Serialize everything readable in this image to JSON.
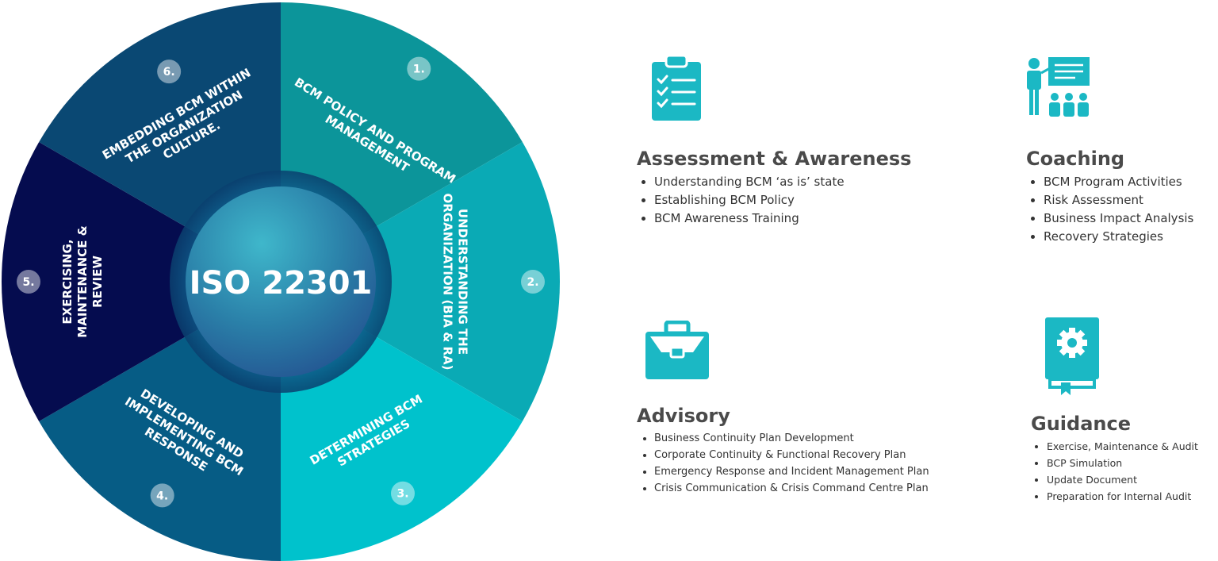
{
  "center": {
    "title": "ISO 22301"
  },
  "colors": {
    "seg1": "#0c959a",
    "seg2": "#0aaab5",
    "seg3": "#00c2cc",
    "seg4": "#065c85",
    "seg5": "#050c4f",
    "seg6": "#0a4873",
    "accent": "#1bb8c4"
  },
  "segments": [
    {
      "number": "1.",
      "lines": [
        "BCM POLICY AND PROGRAM",
        "MANAGEMENT"
      ]
    },
    {
      "number": "2.",
      "lines": [
        "UNDERSTANDING THE",
        "ORGANIZATION (BIA & RA)"
      ]
    },
    {
      "number": "3.",
      "lines": [
        "DETERMINING BCM",
        "STRATEGIES"
      ]
    },
    {
      "number": "4.",
      "lines": [
        "DEVELOPING AND",
        "IMPLEMENTING BCM",
        "RESPONSE"
      ]
    },
    {
      "number": "5.",
      "lines": [
        "EXERCISING,",
        "MAINTENANCE &",
        "REVIEW"
      ]
    },
    {
      "number": "6.",
      "lines": [
        "EMBEDDING BCM WITHIN",
        "THE ORGANIZATION",
        "CULTURE."
      ]
    }
  ],
  "services": {
    "assessment": {
      "icon": "clipboard-checklist-icon",
      "title": "Assessment & Awareness",
      "items": [
        "Understanding BCM ‘as is’ state",
        "Establishing BCM Policy",
        "BCM Awareness Training"
      ]
    },
    "coaching": {
      "icon": "presentation-training-icon",
      "title": "Coaching",
      "items": [
        "BCM Program Activities",
        "Risk Assessment",
        "Business Impact Analysis",
        "Recovery Strategies"
      ]
    },
    "advisory": {
      "icon": "briefcase-icon",
      "title": "Advisory",
      "items": [
        "Business Continuity Plan Development",
        "Corporate Continuity &  Functional Recovery Plan",
        "Emergency Response and Incident Management Plan",
        "Crisis Communication &  Crisis Command Centre Plan"
      ]
    },
    "guidance": {
      "icon": "gear-book-icon",
      "title": "Guidance",
      "items": [
        "Exercise, Maintenance & Audit",
        "BCP Simulation",
        "Update Document",
        "Preparation for Internal Audit"
      ]
    }
  }
}
